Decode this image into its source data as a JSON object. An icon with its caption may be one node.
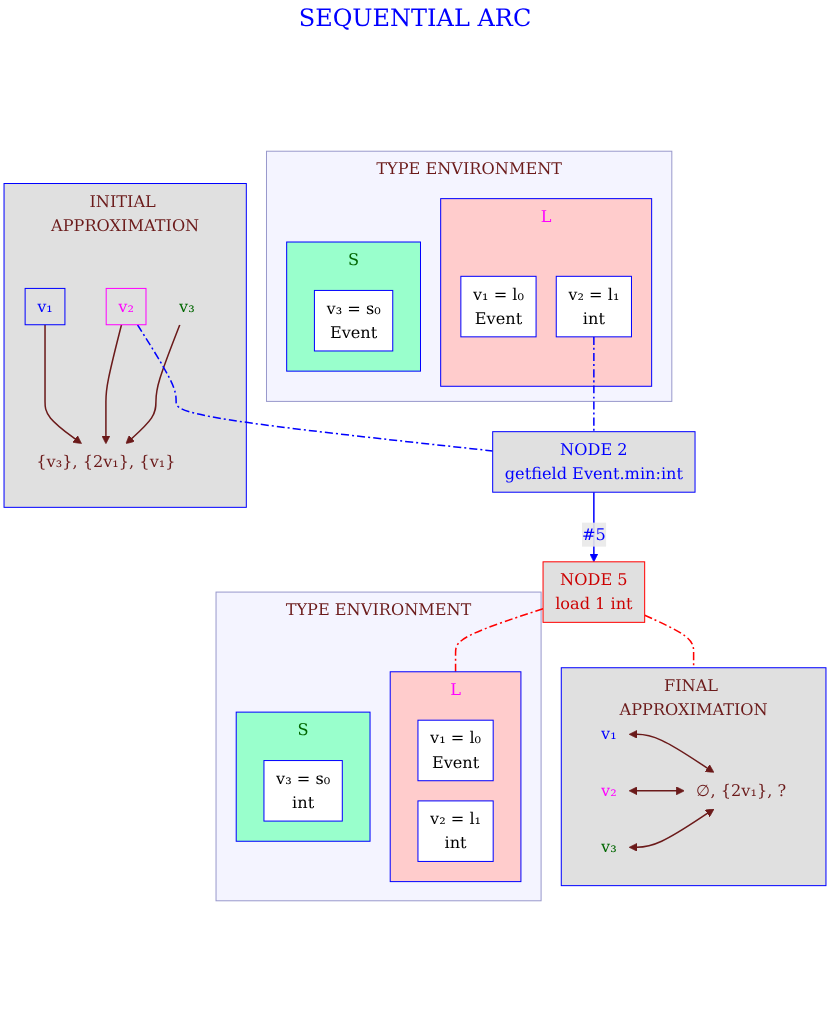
{
  "diagram": {
    "nodes": [
      {
        "text": [
          "INITIAL APPROXIMATION"
        ]
      },
      {
        "text": [
          "{v₃}, {2v₁}, {v₁}"
        ],
        "in": 0
      },
      {
        "text": [
          "v₁"
        ],
        "in": 0
      },
      {
        "text": [
          "v₂"
        ],
        "in": 0
      },
      {
        "text": [
          "v₃"
        ],
        "in": 0
      },
      {
        "text": [
          "TYPE ENVIRONMENT"
        ]
      },
      {
        "text": [
          "L"
        ],
        "in": 5
      },
      {
        "text": [
          "v₁ = l₀",
          "Event"
        ],
        "in": 6
      },
      {
        "text": [
          "v₂ = l₁",
          "int"
        ],
        "in": 6
      },
      {
        "text": [
          "S"
        ],
        "in": 5
      },
      {
        "text": [
          "v₃ = s₀",
          "Event"
        ],
        "in": 9
      },
      {
        "text": [
          "NODE 2",
          "getfield Event.min:int"
        ]
      },
      {
        "text": [
          "NODE 5",
          "load 1 int"
        ]
      },
      {
        "text": [
          "FINAL APPROXIMATION"
        ]
      },
      {
        "text": [
          "∅, {2v₁}, ?"
        ],
        "in": 13
      },
      {
        "text": [
          "v₁"
        ],
        "in": 13
      },
      {
        "text": [
          "v₂"
        ],
        "in": 13
      },
      {
        "text": [
          "v₃"
        ],
        "in": 13
      },
      {
        "text": [
          "TYPE ENVIRONMENT"
        ]
      },
      {
        "text": [
          "L"
        ],
        "in": 18
      },
      {
        "text": [
          "v₁ = l₀",
          "Event"
        ],
        "in": 19
      },
      {
        "text": [
          "v₂ = l₁",
          "int"
        ],
        "in": 19
      },
      {
        "text": [
          "S"
        ],
        "in": 18
      },
      {
        "text": [
          "v₃ = s₀",
          "int"
        ],
        "in": 22
      }
    ],
    "edges": [
      {
        "from": 2,
        "to": 1,
        "arrow": "to"
      },
      {
        "from": 3,
        "to": 1,
        "arrow": "to"
      },
      {
        "from": 4,
        "to": 1,
        "arrow": "to"
      },
      {
        "from": 3,
        "to": 11,
        "arrow": "none",
        "style": "dashed",
        "color": "#0000ff"
      },
      {
        "from": 8,
        "to": 11,
        "arrow": "none",
        "style": "dashed",
        "color": "#0000ff"
      },
      {
        "from": 11,
        "to": 12,
        "arrow": "to",
        "label": "#5",
        "color": "#0000ff"
      },
      {
        "from": 12,
        "to": 13,
        "arrow": "none",
        "style": "dashed",
        "color": "#ff0000"
      },
      {
        "from": 12,
        "to": 19,
        "arrow": "none",
        "style": "dashed",
        "color": "#ff0000"
      },
      {
        "from": 15,
        "to": 14,
        "arrow": "both"
      },
      {
        "from": 16,
        "to": 14,
        "arrow": "both"
      },
      {
        "from": 17,
        "to": 14,
        "arrow": "both"
      }
    ],
    "labels": [
      "SEQUENTIAL ARC"
    ]
  }
}
